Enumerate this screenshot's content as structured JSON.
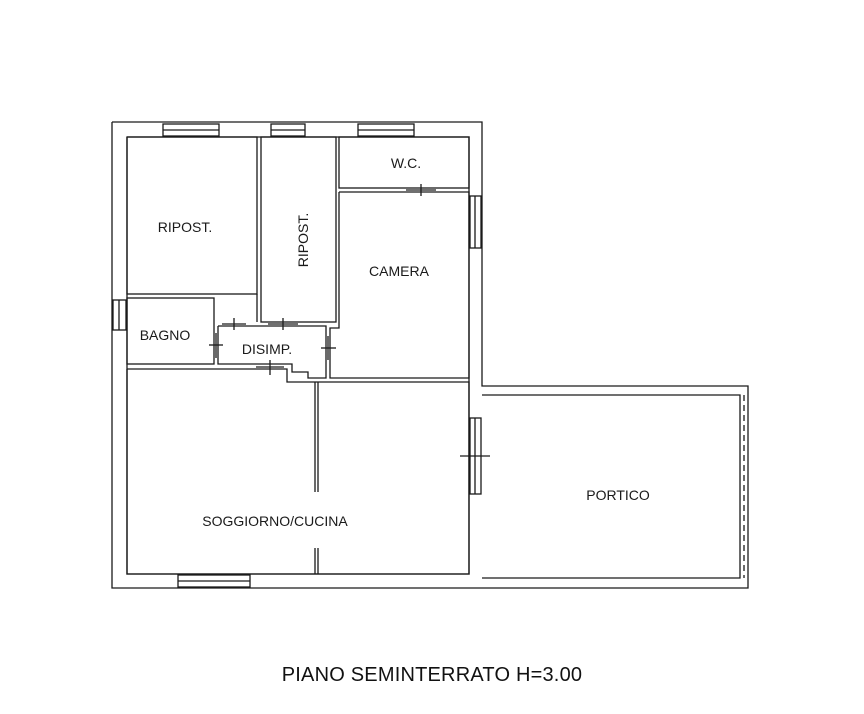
{
  "rooms": {
    "ripost_1": "RIPOST.",
    "ripost_2": "RIPOST.",
    "wc": "W.C.",
    "camera": "CAMERA",
    "bagno": "BAGNO",
    "disimp": "DISIMP.",
    "soggiorno": "SOGGIORNO/CUCINA",
    "portico": "PORTICO"
  },
  "caption": "PIANO SEMINTERRATO  H=3.00"
}
